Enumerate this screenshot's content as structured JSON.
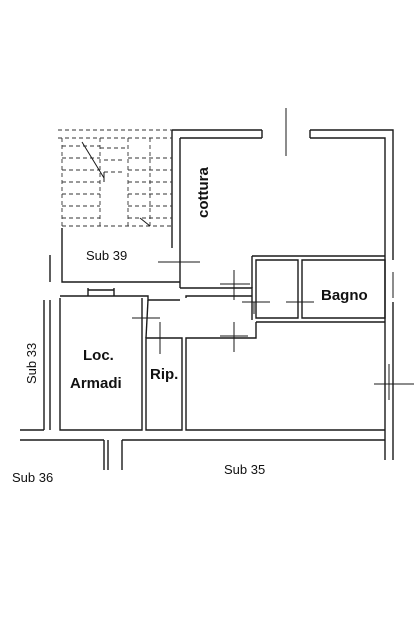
{
  "plan": {
    "rooms": {
      "cottura": "cottura",
      "bagno": "Bagno",
      "loc_line1": "Loc.",
      "loc_line2": "Armadi",
      "rip": "Rip."
    },
    "units": {
      "sub39": "Sub 39",
      "sub33": "Sub 33",
      "sub36": "Sub 36",
      "sub35": "Sub 35"
    }
  }
}
